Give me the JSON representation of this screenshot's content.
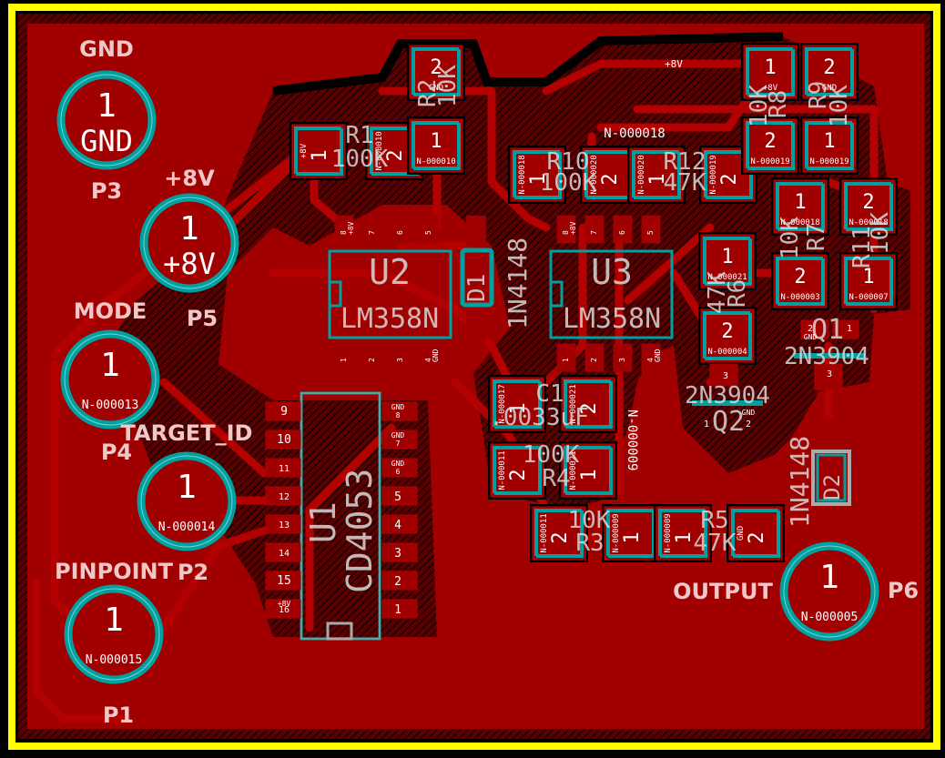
{
  "app": "PCB layout view",
  "colors": {
    "background": "#000000",
    "board_edge": "#ffff00",
    "copper": "#a00000",
    "copper_trace": "#b30000",
    "pad_outline": "#00a0a0",
    "silkscreen": "#d0d0d0",
    "label": "#f0c8c8"
  },
  "connectors": [
    {
      "ref": "P3",
      "label": "GND",
      "pin": "1",
      "net": "GND"
    },
    {
      "ref": "P5",
      "label": "+8V",
      "pin": "1",
      "net": "+8V"
    },
    {
      "ref": "P4",
      "label": "MODE",
      "pin": "1",
      "net": "N-000013"
    },
    {
      "ref": "P2",
      "label": "TARGET_ID",
      "pin": "1",
      "net": "N-000014"
    },
    {
      "ref": "P1",
      "label": "PINPOINT",
      "pin": "1",
      "net": "N-000015"
    },
    {
      "ref": "P6",
      "label": "OUTPUT",
      "pin": "1",
      "net": "N-000005"
    }
  ],
  "resistors": [
    {
      "ref": "R1",
      "value": "100K",
      "pad1": "1",
      "net1": "+8V",
      "pad2": "2",
      "net2": "N-000010"
    },
    {
      "ref": "R2",
      "value": "10K",
      "pad1": "1",
      "net1": "N-000010",
      "pad2": "2",
      "net2": "GND"
    },
    {
      "ref": "R3",
      "value": "10K",
      "pad1": "1",
      "net1": "N-000009",
      "pad2": "2",
      "net2": "N-000011"
    },
    {
      "ref": "R4",
      "value": "100K",
      "pad1": "1",
      "net1": "N-000021",
      "pad2": "2",
      "net2": "N-000011"
    },
    {
      "ref": "R5",
      "value": "47K",
      "pad1": "1",
      "net1": "N-000009",
      "pad2": "2",
      "net2": "GND"
    },
    {
      "ref": "R6",
      "value": "47K",
      "pad1": "1",
      "net1": "N-000021",
      "pad2": "2",
      "net2": "N-000004"
    },
    {
      "ref": "R7",
      "value": "10K",
      "pad1": "1",
      "net1": "N-000018",
      "pad2": "2",
      "net2": "N-000003"
    },
    {
      "ref": "R8",
      "value": "10K",
      "pad1": "1",
      "net1": "+8V",
      "pad2": "2",
      "net2": "N-000019"
    },
    {
      "ref": "R9",
      "value": "10K",
      "pad1": "1",
      "net1": "N-000019",
      "pad2": "2",
      "net2": "GND"
    },
    {
      "ref": "R10",
      "value": "100K",
      "pad1": "1",
      "net1": "N-000018",
      "pad2": "2",
      "net2": "N-000020"
    },
    {
      "ref": "R11",
      "value": "10K",
      "pad1": "1",
      "net1": "N-000007",
      "pad2": "2",
      "net2": "N-000018"
    },
    {
      "ref": "R12",
      "value": "47K",
      "pad1": "1",
      "net1": "N-000020",
      "pad2": "2",
      "net2": "N-000019"
    }
  ],
  "capacitors": [
    {
      "ref": "C1",
      "value": ".0033uF",
      "pad1": "1",
      "net1": "N-000017",
      "pad2": "2",
      "net2": "N-000021"
    }
  ],
  "diodes": [
    {
      "ref": "D1",
      "value": "1N4148",
      "pad1": "1",
      "pad2": "2"
    },
    {
      "ref": "D2",
      "value": "1N4148",
      "pad1": "1",
      "pad2": "2"
    }
  ],
  "transistors": [
    {
      "ref": "Q1",
      "value": "2N3904",
      "pins": [
        "1",
        "2",
        "3"
      ],
      "pin2_net": "GND"
    },
    {
      "ref": "Q2",
      "value": "2N3904",
      "pins": [
        "1",
        "2",
        "3"
      ],
      "pin2_net": "GND"
    }
  ],
  "opamps": [
    {
      "ref": "U2",
      "value": "LM358N",
      "top_pins": [
        "8",
        "7",
        "6",
        "5"
      ],
      "bottom_pins": [
        "1",
        "2",
        "3",
        "4"
      ],
      "pin8_net": "+8V",
      "pin4_net": "GND"
    },
    {
      "ref": "U3",
      "value": "LM358N",
      "top_pins": [
        "8",
        "7",
        "6",
        "5"
      ],
      "bottom_pins": [
        "1",
        "2",
        "3",
        "4"
      ],
      "pin8_net": "+8V",
      "pin4_net": "GND"
    }
  ],
  "mux": {
    "ref": "U1",
    "value": "CD4053",
    "left_pins": [
      "9",
      "10",
      "11",
      "12",
      "13",
      "14",
      "15",
      "16"
    ],
    "right_pins": [
      "8",
      "7",
      "6",
      "5",
      "4",
      "3",
      "2",
      "1"
    ],
    "pin16_net": "+8V",
    "gnd_pins": [
      "8",
      "7",
      "6"
    ]
  },
  "net_labels": {
    "plus8v_trace": "+8V",
    "n18_trace": "N-000018",
    "n9_trace": "N-000009",
    "gnd": "GND",
    "plus8v": "+8V"
  }
}
